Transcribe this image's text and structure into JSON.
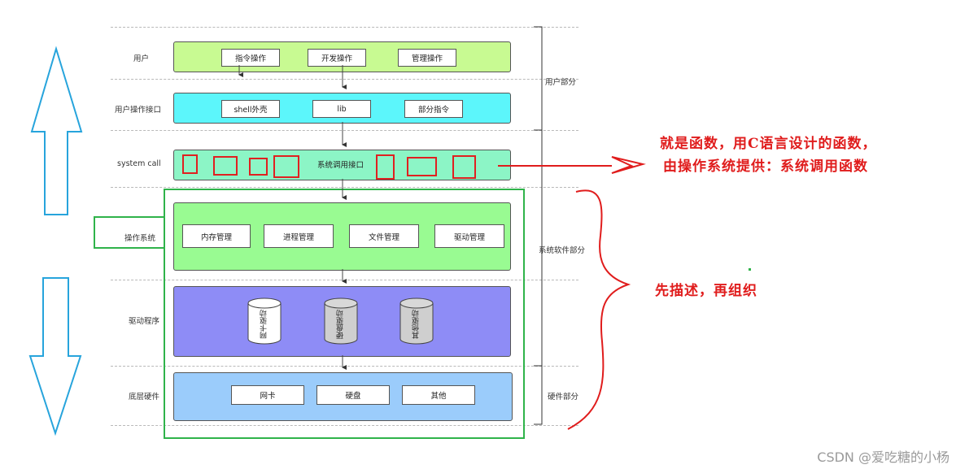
{
  "rows": {
    "user": "用户",
    "user_interface": "用户操作接口",
    "system_call": "system call",
    "os": "操作系统",
    "driver": "驱动程序",
    "hardware": "底层硬件"
  },
  "user_layer": {
    "items": [
      "指令操作",
      "开发操作",
      "管理操作"
    ]
  },
  "interface_layer": {
    "items": [
      "shell外壳",
      "lib",
      "部分指令"
    ]
  },
  "syscall_layer": {
    "label": "系统调用接口"
  },
  "os_layer": {
    "items": [
      "内存管理",
      "进程管理",
      "文件管理",
      "驱动管理"
    ]
  },
  "driver_layer": {
    "items": [
      "网卡驱动",
      "硬盘驱动",
      "其他驱动"
    ]
  },
  "hardware_layer": {
    "items": [
      "网卡",
      "硬盘",
      "其他"
    ]
  },
  "side_labels": {
    "user_part": "用户部分",
    "system_software_part": "系统软件部分",
    "hardware_part": "硬件部分"
  },
  "annotations": {
    "line1": "就是函数，用C语言设计的函数，",
    "line2": "由操作系统提供：系统调用函数",
    "line3": "先描述，再组织"
  },
  "colors": {
    "user_layer": "#c8fa92",
    "interface_layer": "#5cf6fb",
    "syscall_layer": "#8cf5c6",
    "os_layer": "#99fb92",
    "driver_layer": "#8e8cf6",
    "hardware_layer": "#9bccfb",
    "highlight_green": "#2fb34a",
    "annotation_red": "#e01c1c",
    "big_arrow_blue": "#27a4dc"
  },
  "watermark": "CSDN @爱吃糖的小杨"
}
